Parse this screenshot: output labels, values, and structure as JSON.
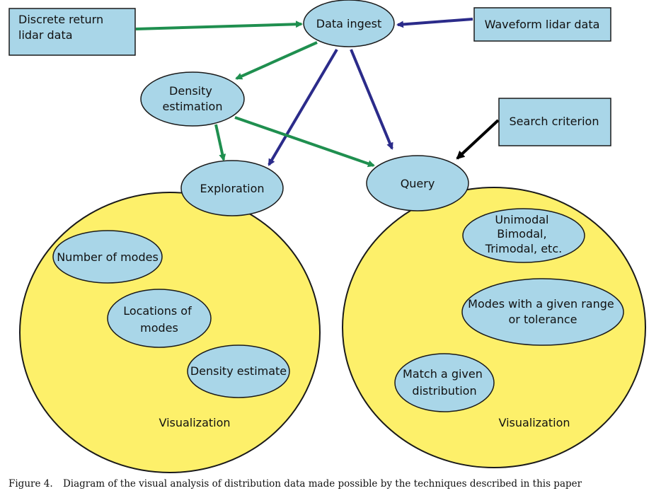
{
  "colors": {
    "box_fill": "#a9d6e8",
    "node_fill": "#a9d6e8",
    "big_circle_fill": "#fdf06a",
    "outline": "#1a1a1a",
    "green_arrow": "#1f8f4f",
    "blue_arrow": "#2b2b8a",
    "black_arrow": "#000000"
  },
  "nodes": {
    "discrete_box": [
      "Discrete return",
      "lidar data"
    ],
    "waveform_box": [
      "Waveform lidar data"
    ],
    "search_box": [
      "Search criterion"
    ],
    "data_ingest": [
      "Data ingest"
    ],
    "density_estimation": [
      "Density",
      "estimation"
    ],
    "exploration": [
      "Exploration"
    ],
    "query": [
      "Query"
    ],
    "num_modes": [
      "Number of modes"
    ],
    "locations_modes": [
      "Locations of",
      "modes"
    ],
    "density_estimate": [
      "Density estimate"
    ],
    "unimodal": [
      "Unimodal",
      "Bimodal,",
      "Trimodal, etc."
    ],
    "modes_range": [
      "Modes with a given range",
      "or tolerance"
    ],
    "match_dist": [
      "Match a given",
      "distribution"
    ],
    "vis_left": [
      "Visualization"
    ],
    "vis_right": [
      "Visualization"
    ]
  },
  "caption": {
    "number": "Figure 4.",
    "text": "Diagram of the visual analysis of distribution data made possible by the techniques described in this paper"
  }
}
